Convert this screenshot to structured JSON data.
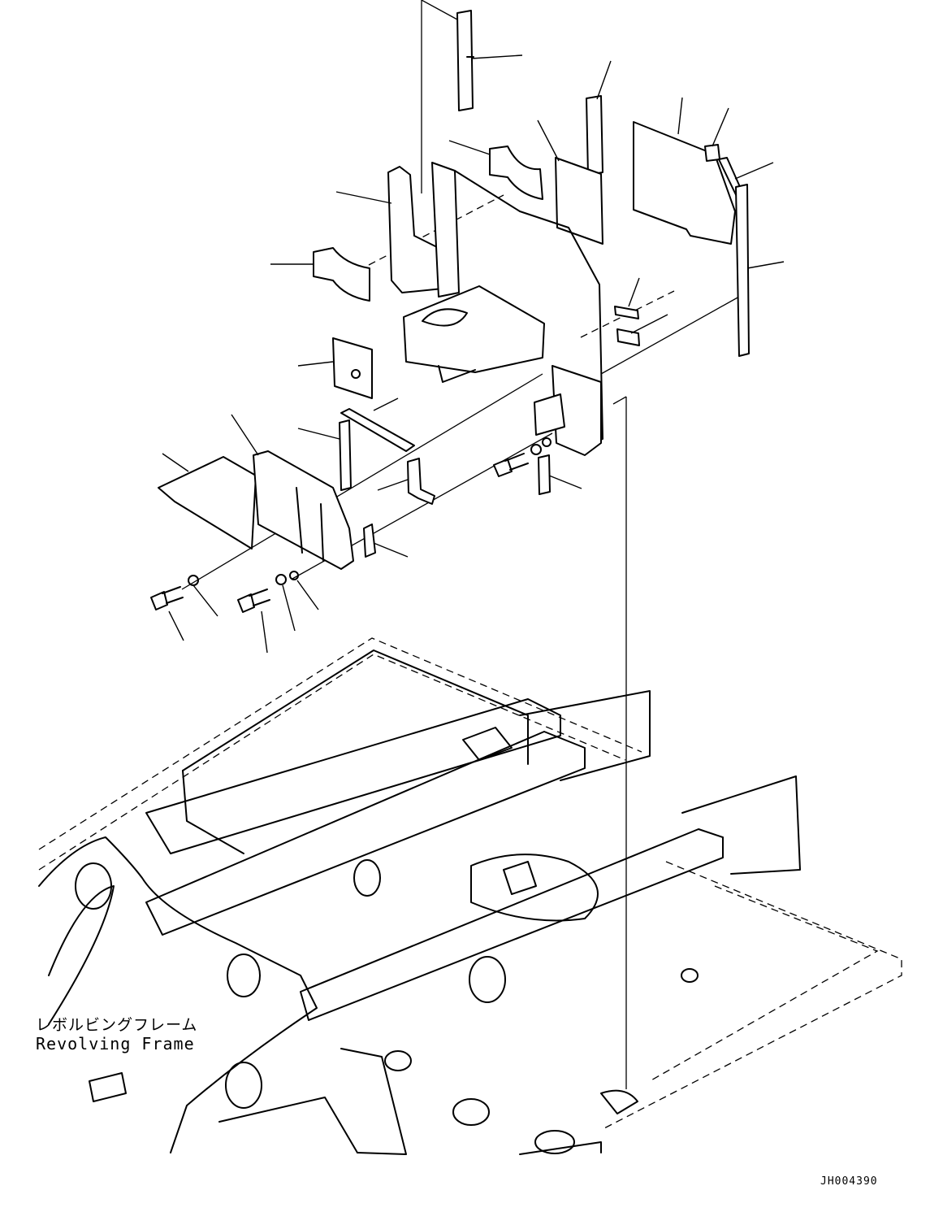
{
  "labels": {
    "frame_name_jp": "レボルビングフレーム",
    "frame_name_en": "Revolving Frame",
    "drawing_number": "JH004390"
  }
}
